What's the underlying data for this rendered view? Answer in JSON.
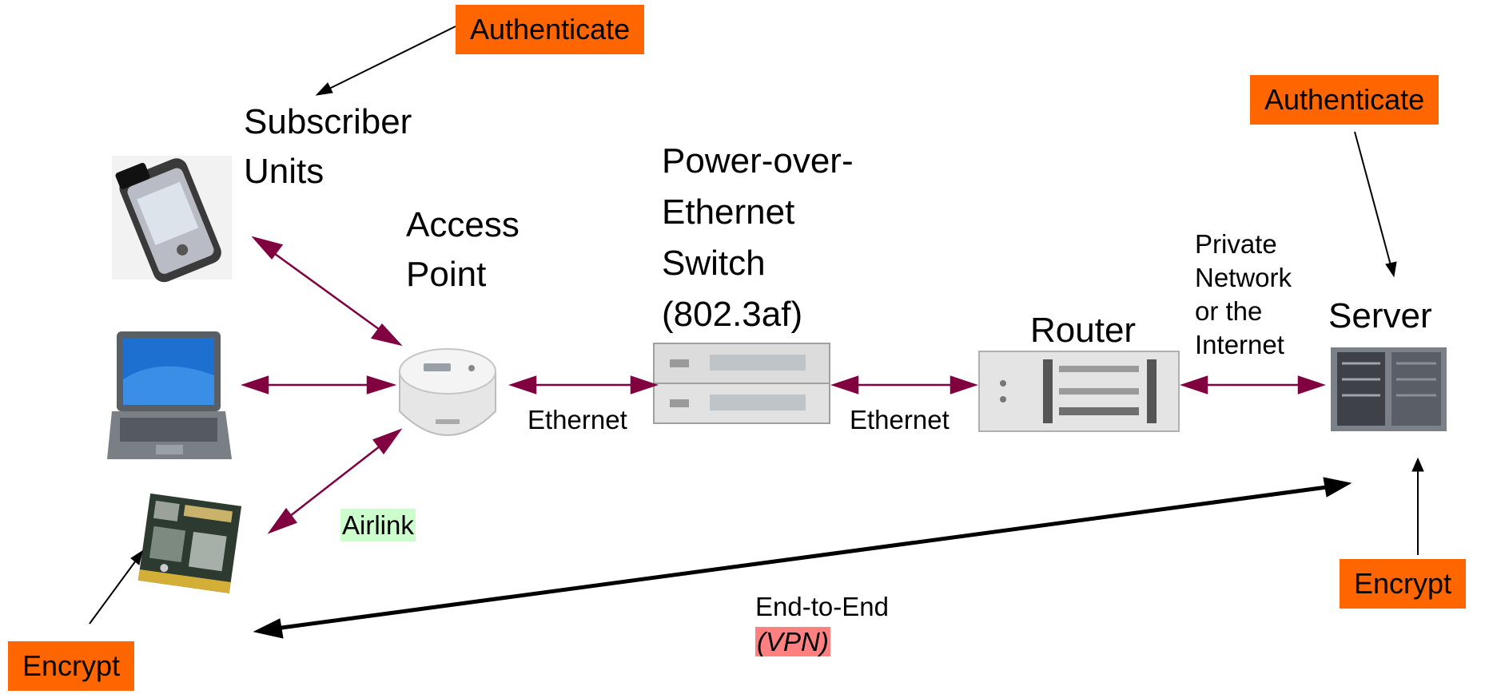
{
  "labels": {
    "subscriber_units": [
      "Subscriber",
      "Units"
    ],
    "access_point": [
      "Access",
      "Point"
    ],
    "poe_switch": [
      "Power-over-",
      "Ethernet",
      "Switch",
      "(802.3af)"
    ],
    "router": "Router",
    "server": "Server",
    "private_network": [
      "Private",
      "Network",
      "or the",
      "Internet"
    ],
    "ethernet_left": "Ethernet",
    "ethernet_right": "Ethernet",
    "airlink": "Airlink",
    "end_to_end": "End-to-End",
    "vpn": "(VPN)"
  },
  "tags": {
    "authenticate_top": "Authenticate",
    "authenticate_right": "Authenticate",
    "encrypt_left": "Encrypt",
    "encrypt_right": "Encrypt"
  },
  "colors": {
    "tag_fill": "#ff6600",
    "wireless_arrow": "#800040",
    "airlink_highlight": "#ccffcc",
    "vpn_highlight": "#ff8080"
  },
  "icons": [
    "pda-icon",
    "laptop-icon",
    "wireless-card-icon",
    "access-point-icon",
    "poe-switch-icon",
    "router-icon",
    "server-icon"
  ]
}
